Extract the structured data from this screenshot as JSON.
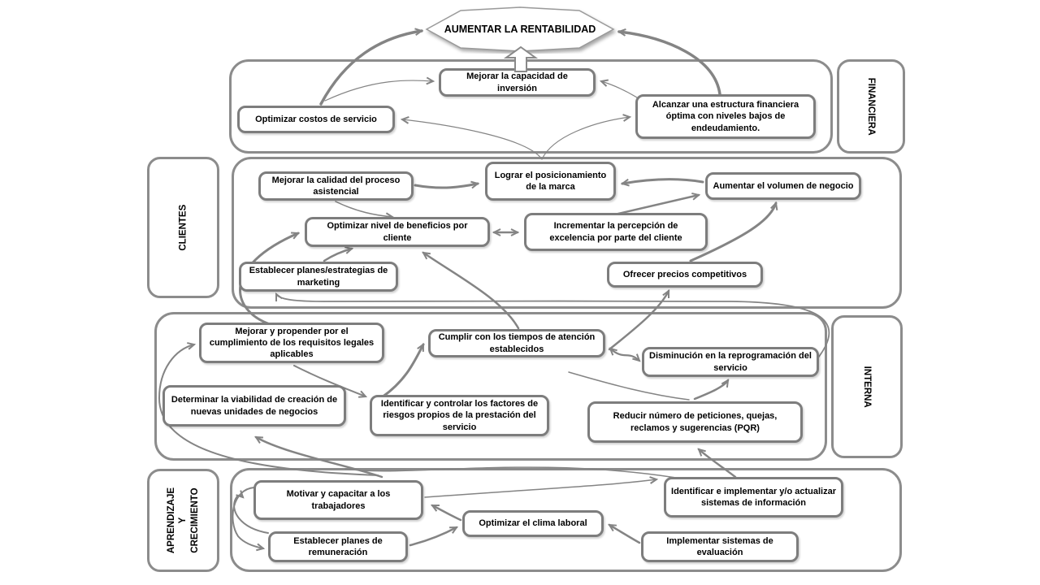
{
  "goal": {
    "label": "AUMENTAR LA RENTABILIDAD"
  },
  "perspectives": [
    {
      "id": "financiera",
      "label": "FINANCIERA",
      "side": "right",
      "nodes": [
        {
          "label": "Mejorar la capacidad de inversión"
        },
        {
          "label": "Optimizar costos de servicio"
        },
        {
          "label": "Alcanzar una estructura financiera óptima con niveles bajos de endeudamiento."
        }
      ]
    },
    {
      "id": "clientes",
      "label": "CLIENTES",
      "side": "left",
      "nodes": [
        {
          "label": "Mejorar la calidad del proceso asistencial"
        },
        {
          "label": "Lograr el posicionamiento de la marca"
        },
        {
          "label": "Aumentar el volumen de negocio"
        },
        {
          "label": "Optimizar nivel de beneficios por cliente"
        },
        {
          "label": "Incrementar la percepción de excelencia por parte del cliente"
        },
        {
          "label": "Establecer planes/estrategias de marketing"
        },
        {
          "label": "Ofrecer precios competitivos"
        }
      ]
    },
    {
      "id": "interna",
      "label": "INTERNA",
      "side": "right",
      "nodes": [
        {
          "label": "Mejorar y propender por el cumplimiento de los requisitos legales aplicables"
        },
        {
          "label": "Cumplir con los tiempos de atención establecidos"
        },
        {
          "label": "Disminución en la reprogramación del servicio"
        },
        {
          "label": "Determinar la viabilidad de creación de nuevas unidades de negocios"
        },
        {
          "label": "Identificar y controlar los factores de riesgos propios de la prestación del servicio"
        },
        {
          "label": "Reducir número de peticiones, quejas, reclamos y sugerencias (PQR)"
        }
      ]
    },
    {
      "id": "aprendizaje",
      "label": "APRENDIZAJE Y CRECIMIENTO",
      "side": "left",
      "nodes": [
        {
          "label": "Motivar y capacitar a los trabajadores"
        },
        {
          "label": "Identificar e implementar y/o actualizar sistemas de información"
        },
        {
          "label": "Optimizar el clima laboral"
        },
        {
          "label": "Establecer planes de remuneración"
        },
        {
          "label": "Implementar sistemas de evaluación"
        }
      ]
    }
  ],
  "colors": {
    "line": "#848484",
    "box_border": "#7d7d7d",
    "band_border": "#8c8c8c",
    "text": "#000000",
    "background": "#ffffff"
  }
}
